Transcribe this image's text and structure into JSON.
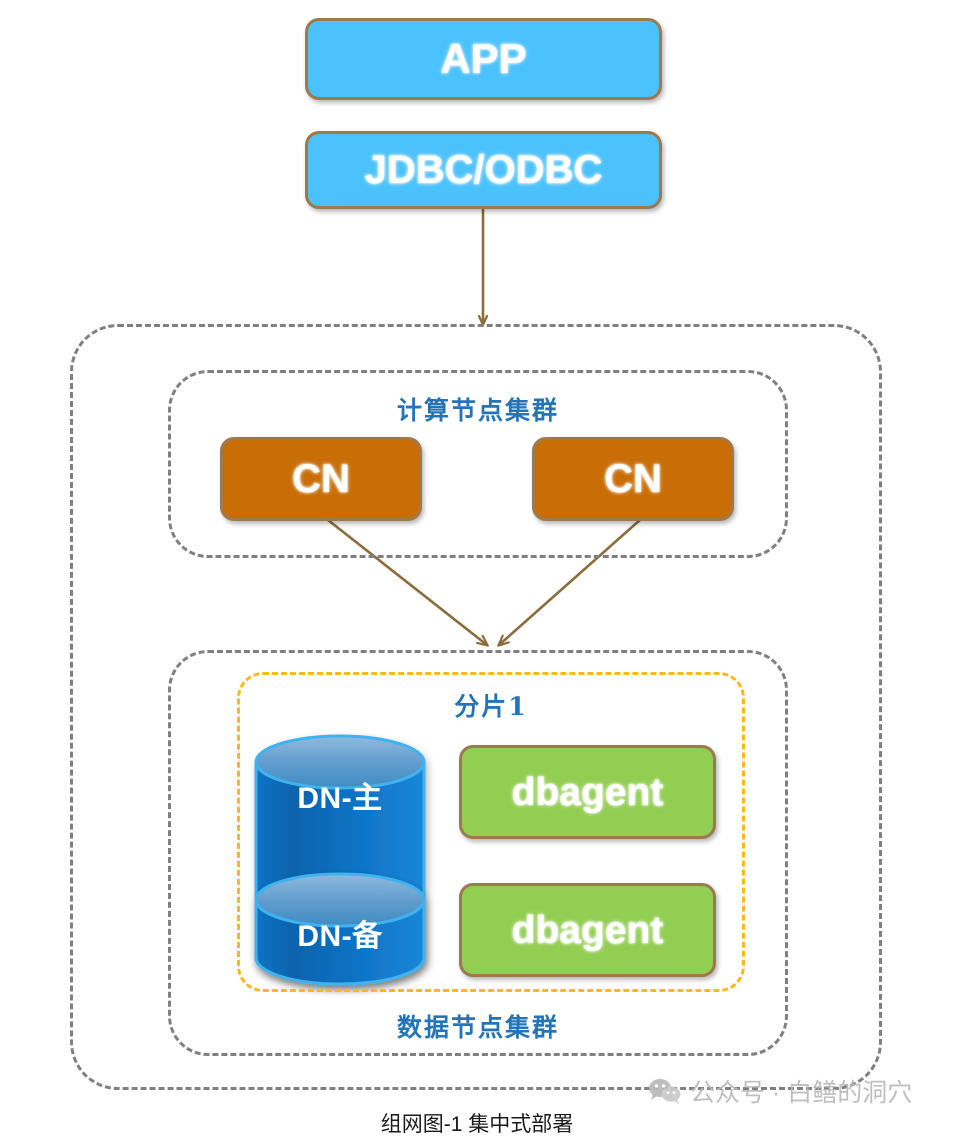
{
  "diagram": {
    "caption": "组网图-1 集中式部署",
    "colors": {
      "blue_box": "#4cc2fc",
      "brown_box": "#c96d06",
      "green_box": "#92ce52",
      "box_border": "#9c7a4e",
      "dashed_gray": "#808080",
      "dashed_orange": "#ffb81c",
      "title_blue": "#2574b8",
      "arrow": "#8a6d3b",
      "cylinder_body": "#0b6fc0",
      "cylinder_top": "#5b9bd5"
    },
    "client": {
      "app_label": "APP",
      "driver_label": "JDBC/ODBC"
    },
    "compute_cluster": {
      "title": "计算节点集群",
      "nodes": [
        {
          "label": "CN"
        },
        {
          "label": "CN"
        }
      ]
    },
    "data_cluster": {
      "title": "数据节点集群",
      "shard": {
        "title": "分片1",
        "replicas": [
          {
            "db_label": "DN-主",
            "agent_label": "dbagent"
          },
          {
            "db_label": "DN-备",
            "agent_label": "dbagent"
          }
        ]
      }
    },
    "watermark": {
      "icon": "wechat-icon",
      "text": "公众号 · 白鳝的洞穴"
    }
  }
}
